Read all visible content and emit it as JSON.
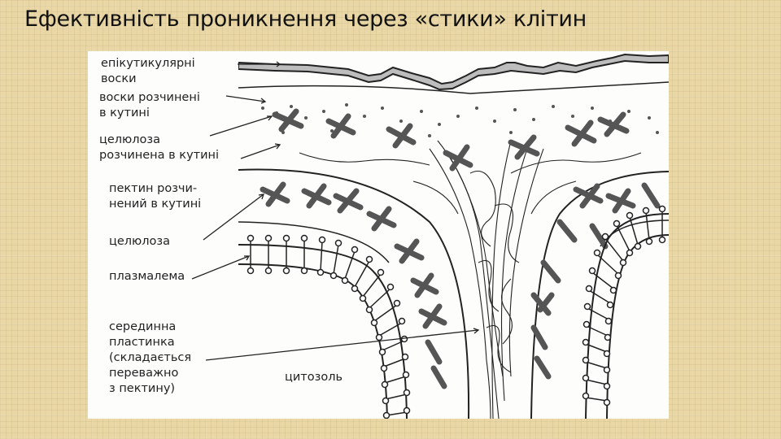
{
  "title": "Ефективність проникнення через «стики» клітин",
  "labels": {
    "epicuticular_waxes": [
      "епікутикулярні",
      "воски"
    ],
    "waxes_in_cutin": [
      "воски розчинені",
      "в кутині"
    ],
    "cellulose_in_cutin": [
      "целюлоза",
      "розчинена в кутині"
    ],
    "pectin_in_cutin": [
      "пектин розчи-",
      "нений в кутині"
    ],
    "cellulose": "целюлоза",
    "plasmalemma": "плазмалема",
    "middle_lamella": [
      "серединна",
      "пластинка",
      "(складається",
      "переважно",
      "з пектину)"
    ],
    "cytosol": "цитозоль"
  },
  "colors": {
    "background": "#e9d7a6",
    "panel": "#fdfdfb",
    "ink": "#222222",
    "particles": "#555555"
  }
}
